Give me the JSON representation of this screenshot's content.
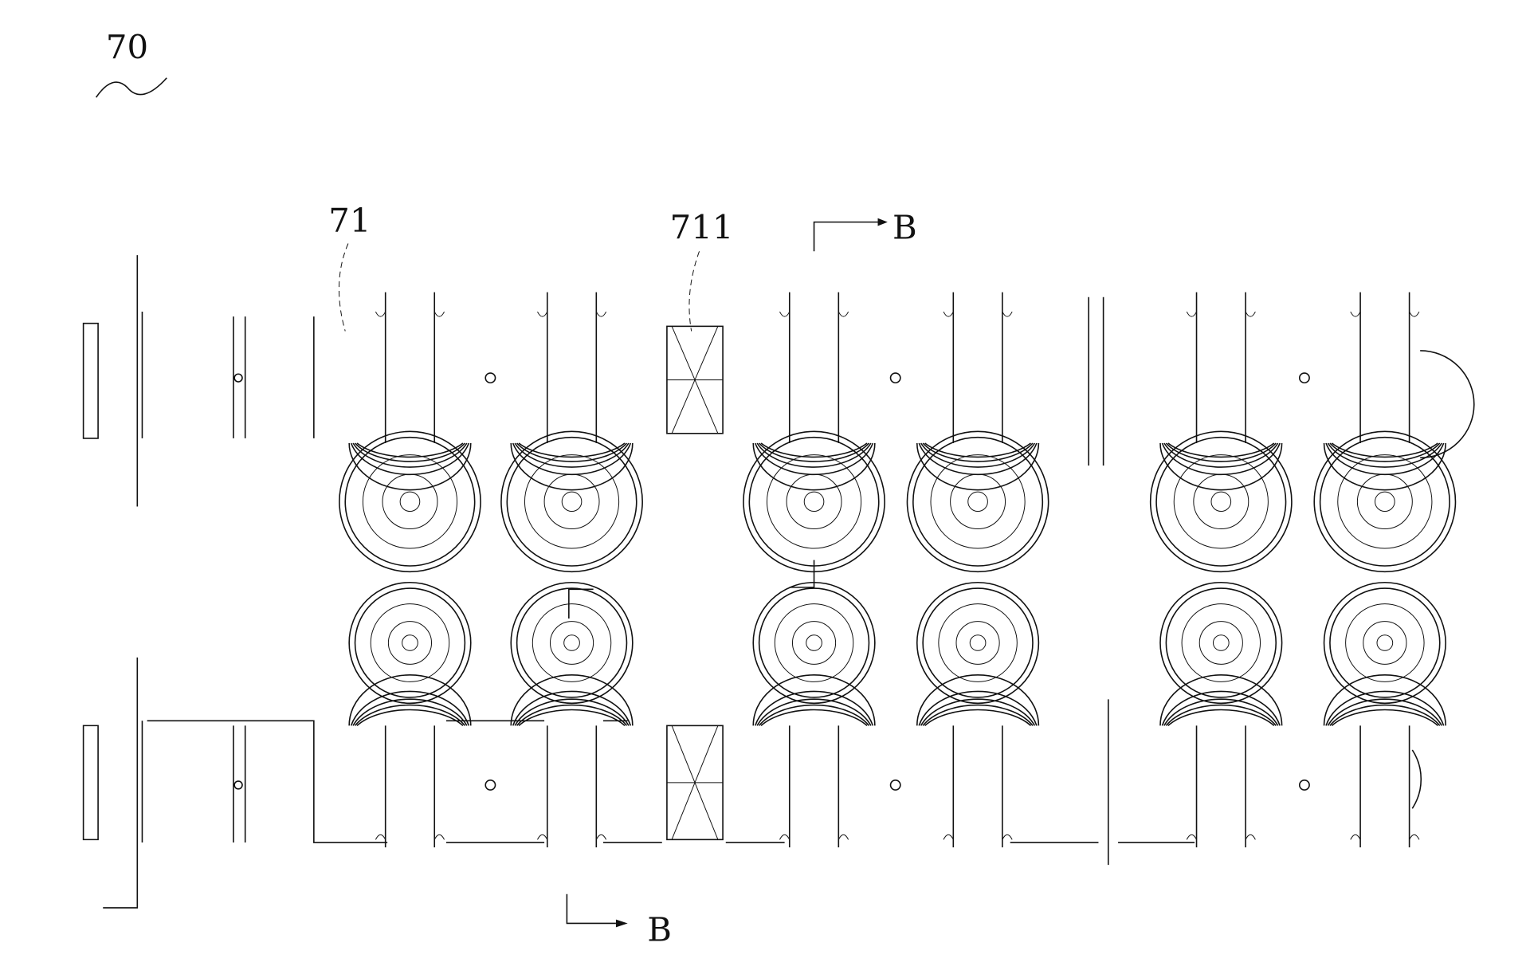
{
  "figure": {
    "labels": {
      "assembly": "70",
      "plate": "71",
      "spacer": "711",
      "section_top": "B",
      "section_bottom": "B"
    },
    "roller_columns": 6,
    "roller_rows": 2
  }
}
